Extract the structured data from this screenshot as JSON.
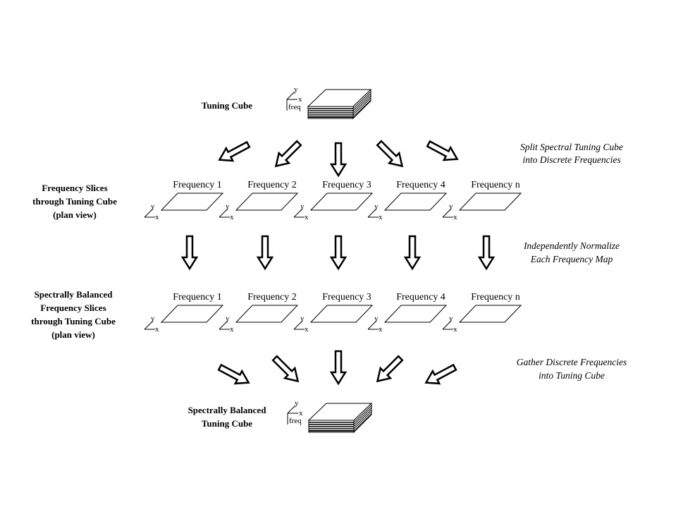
{
  "top_cube": {
    "label": "Tuning Cube",
    "axes": {
      "y": "y",
      "x": "x",
      "z": "freq"
    }
  },
  "step1": {
    "annotation": [
      "Split Spectral Tuning Cube",
      "into Discrete Frequencies"
    ]
  },
  "row1": {
    "label": [
      "Frequency Slices",
      "through Tuning Cube",
      "(plan view)"
    ],
    "slices": [
      "Frequency 1",
      "Frequency 2",
      "Frequency 3",
      "Frequency 4",
      "Frequency n"
    ],
    "axes": {
      "y": "y",
      "x": "x"
    }
  },
  "step2": {
    "annotation": [
      "Independently Normalize",
      "Each Frequency Map"
    ]
  },
  "row2": {
    "label": [
      "Spectrally Balanced",
      "Frequency Slices",
      "through Tuning Cube",
      "(plan view)"
    ],
    "slices": [
      "Frequency 1",
      "Frequency 2",
      "Frequency 3",
      "Frequency 4",
      "Frequency n"
    ],
    "axes": {
      "y": "y",
      "x": "x"
    }
  },
  "step3": {
    "annotation": [
      "Gather Discrete Frequencies",
      "into Tuning Cube"
    ]
  },
  "bottom_cube": {
    "label": [
      "Spectrally Balanced",
      "Tuning Cube"
    ],
    "axes": {
      "y": "y",
      "x": "x",
      "z": "freq"
    }
  }
}
